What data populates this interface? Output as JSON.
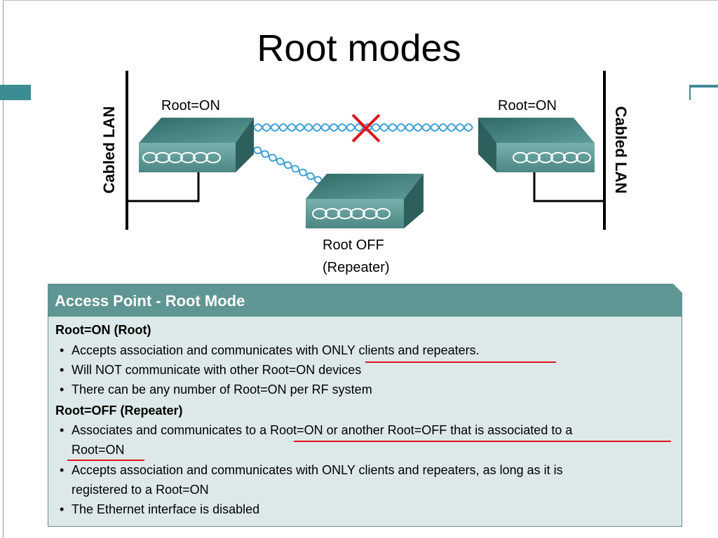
{
  "slide": {
    "title": "Root modes"
  },
  "diagram": {
    "left_lan_label": "Cabled LAN",
    "right_lan_label": "Cabled LAN",
    "left_ap_label": "Root=ON",
    "right_ap_label": "Root=ON",
    "repeater_label_line1": "Root OFF",
    "repeater_label_line2": "(Repeater)",
    "colors": {
      "device_top": "#3f7f7c",
      "device_front": "#6aa3a1",
      "link": "#3a9fd8",
      "blocked_mark": "#e0141e",
      "panel_header": "#5f9592"
    }
  },
  "panel": {
    "header": "Access Point - Root Mode",
    "section_on": {
      "heading": "Root=ON (Root)",
      "bullets": [
        "Accepts association and communicates with ONLY clients and repeaters.",
        "Will NOT communicate with other Root=ON devices",
        "There can be any number of Root=ON per RF system"
      ]
    },
    "section_off": {
      "heading": "Root=OFF (Repeater)",
      "bullet1_line1": "Associates and communicates to a Root=ON or another Root=OFF that is associated to a",
      "bullet1_line2": "Root=ON",
      "bullet2_line1": "Accepts association and communicates with ONLY clients and repeaters, as long as it is",
      "bullet2_line2": "registered to a Root=ON",
      "bullet3": "The Ethernet interface is disabled"
    },
    "bullet_glyph": "•"
  }
}
